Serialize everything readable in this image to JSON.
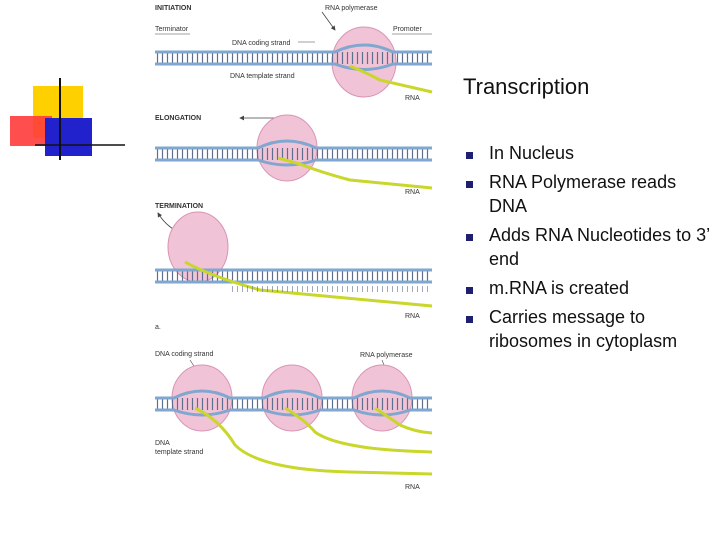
{
  "slide": {
    "title": "Transcription",
    "bullets": [
      "In Nucleus",
      "RNA Polymerase reads DNA",
      "Adds RNA Nucleotides to 3’ end",
      "m.RNA is created",
      "Carries message to ribosomes in cytoplasm"
    ]
  },
  "figure": {
    "labels": {
      "initiation": "INITIATION",
      "rna_polymerase_1": "RNA polymerase",
      "terminator": "Terminator",
      "promoter": "Promoter",
      "dna_coding_strand_1": "DNA coding strand",
      "dna_template_strand_1": "DNA template strand",
      "rna_1": "RNA",
      "elongation": "ELONGATION",
      "rna_2": "RNA",
      "termination": "TERMINATION",
      "rna_3": "RNA",
      "panel_b": "a.",
      "dna_coding_strand_2": "DNA coding strand",
      "rna_polymerase_2": "RNA polymerase",
      "dna_label": "DNA",
      "template_strand_label": "template strand",
      "rna_4": "RNA"
    }
  },
  "colors": {
    "dna_strand": "#7fa7cf",
    "dna_rung": "#5d6f8c",
    "rna_strand": "#c9d62a",
    "polymerase": "#f1c3d6",
    "polymerase_edge": "#d994b4",
    "arrow": "#444444",
    "deco_yellow": "#ffd000",
    "deco_red": "#ff3b3b",
    "deco_blue": "#2222cc",
    "bullet": "#1f1f6f"
  }
}
